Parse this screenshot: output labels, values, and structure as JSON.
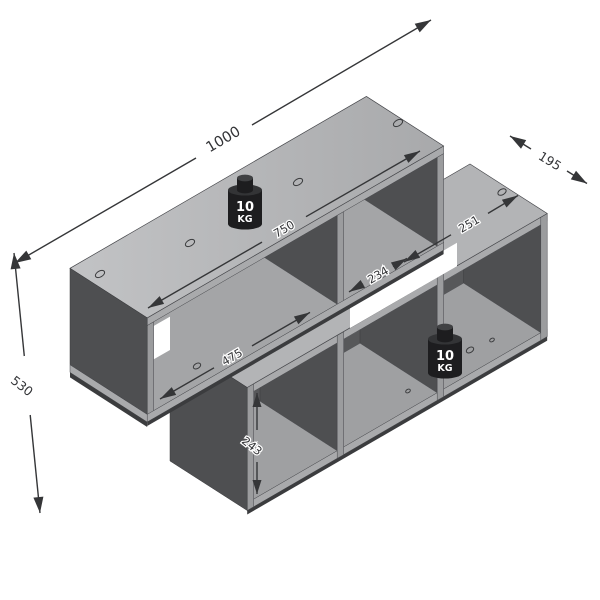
{
  "drawing": {
    "type": "isometric-furniture-dimension-drawing",
    "product": "wall-mounted zigzag shelf with four open compartments",
    "dimensions": {
      "overall_width": "1000",
      "depth": "195",
      "overall_height": "530",
      "upper_shelf_width": "750",
      "right_shelf_width": "251",
      "upper_compartment_width": "234",
      "lower_shelf_width": "475",
      "lower_compartment_height": "243"
    },
    "load_labels": {
      "weight_value": "10",
      "weight_unit": "KG"
    },
    "colors": {
      "background": "#ffffff",
      "surface_top": "#b3b4b6",
      "surface_front": "#a9aaac",
      "panel_dark": "#4e4f51",
      "interior_shadow": "#57585a",
      "weight_body": "#1d1d1f",
      "dimension_line": "#353638"
    }
  }
}
